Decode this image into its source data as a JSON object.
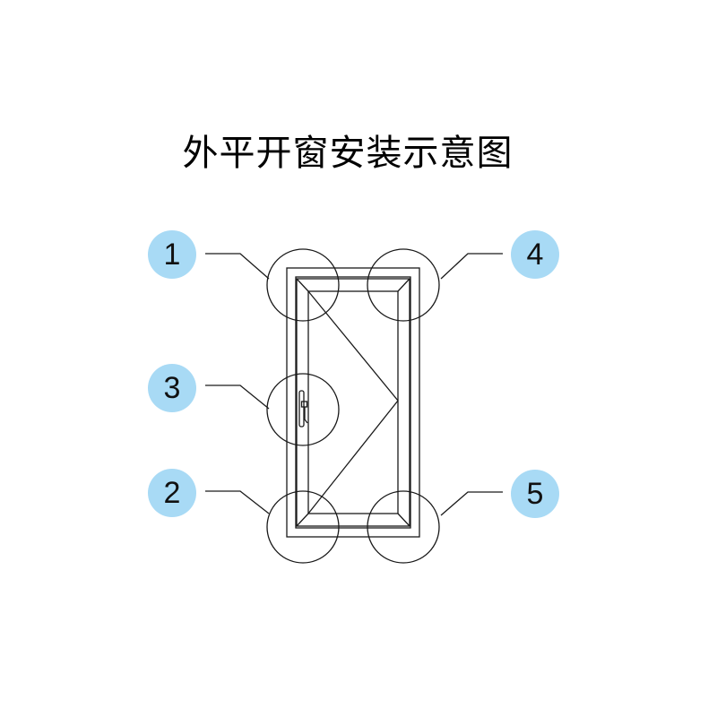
{
  "title": "外平开窗安装示意图",
  "badges": [
    {
      "label": "1"
    },
    {
      "label": "2"
    },
    {
      "label": "3"
    },
    {
      "label": "4"
    },
    {
      "label": "5"
    }
  ],
  "colors": {
    "accent": "#a8daf5",
    "stroke": "#1a1a1a"
  }
}
